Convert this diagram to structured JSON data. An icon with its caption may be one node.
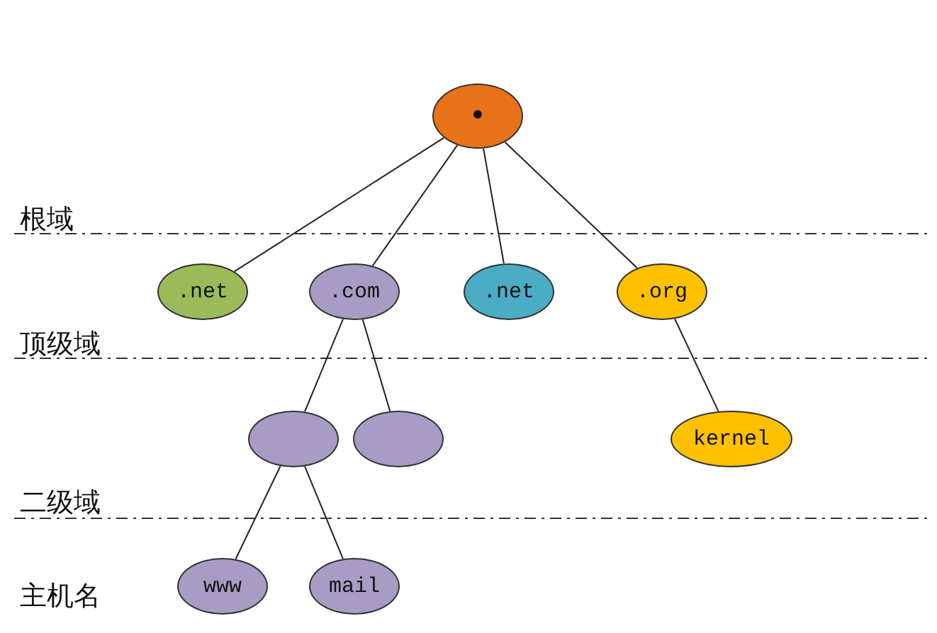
{
  "diagram": {
    "nodes": [
      {
        "text": [
          "•"
        ]
      },
      {
        "text": [
          ".net"
        ]
      },
      {
        "text": [
          ".com"
        ]
      },
      {
        "text": [
          ".net"
        ]
      },
      {
        "text": [
          ".org"
        ]
      },
      {
        "text": [],
        "shape": "circle"
      },
      {
        "text": [],
        "shape": "circle"
      },
      {
        "text": [
          "kernel"
        ]
      },
      {
        "text": [
          "www"
        ]
      },
      {
        "text": [
          "mail"
        ]
      }
    ],
    "edges": [
      {
        "from": 0,
        "to": 1,
        "arrow": "none"
      },
      {
        "from": 0,
        "to": 2,
        "arrow": "none"
      },
      {
        "from": 0,
        "to": 3,
        "arrow": "none"
      },
      {
        "from": 0,
        "to": 4,
        "arrow": "none"
      },
      {
        "from": 2,
        "to": 5,
        "arrow": "none"
      },
      {
        "from": 2,
        "to": 6,
        "arrow": "none"
      },
      {
        "from": 4,
        "to": 7,
        "arrow": "none"
      },
      {
        "from": 5,
        "to": 8,
        "arrow": "none"
      },
      {
        "from": 5,
        "to": 9,
        "arrow": "none"
      }
    ],
    "labels": [
      "根域",
      "顶级域",
      "二级域",
      "主机名"
    ]
  }
}
